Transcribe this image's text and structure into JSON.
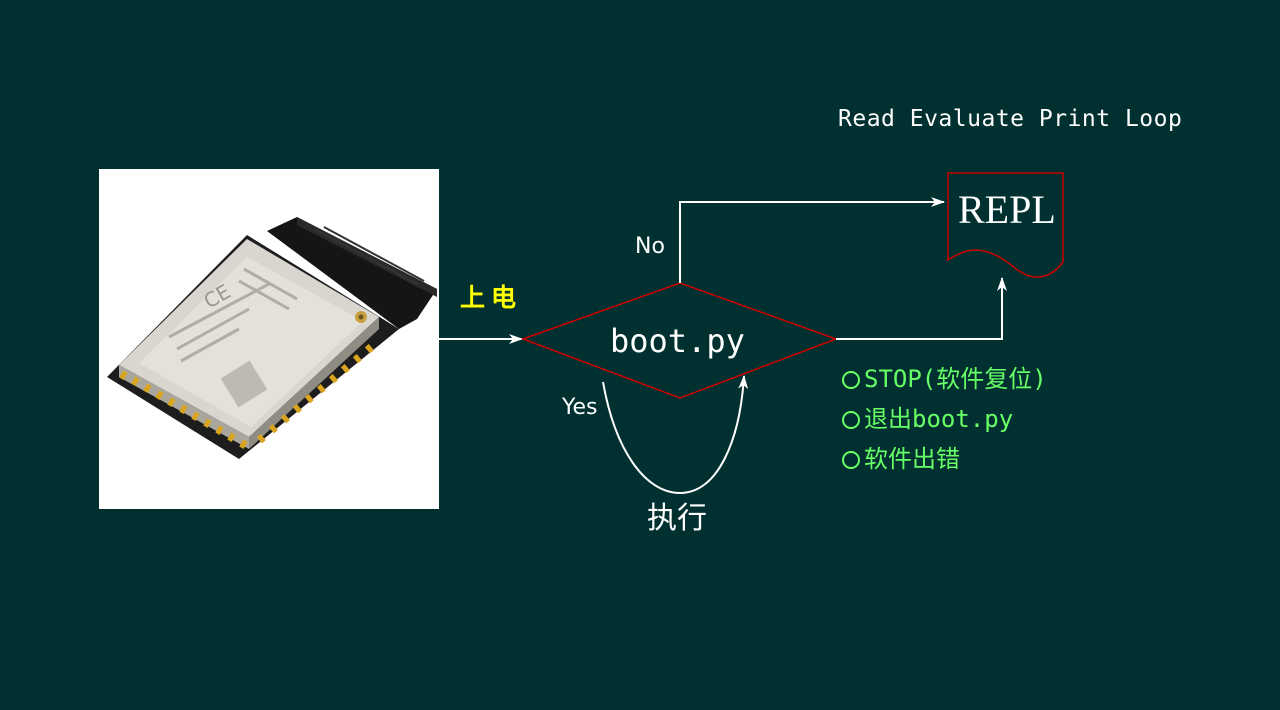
{
  "slide": {
    "background": "#003030",
    "repl_fullname": "Read Evaluate Print Loop",
    "power_on_label": "上电",
    "decision": {
      "label": "boot.py",
      "no_label": "No",
      "yes_label": "Yes"
    },
    "repl_box": {
      "label": "REPL"
    },
    "exec_label": "执行",
    "conditions": [
      "STOP(软件复位)",
      "退出boot.py",
      "软件出错"
    ],
    "module_image": {
      "icon": "esp32-module-photo"
    },
    "colors": {
      "arrow": "#ffffff",
      "diamond_outline": "#cc0000",
      "power_on_text": "#ffff00",
      "condition_text": "#66ff66"
    }
  }
}
